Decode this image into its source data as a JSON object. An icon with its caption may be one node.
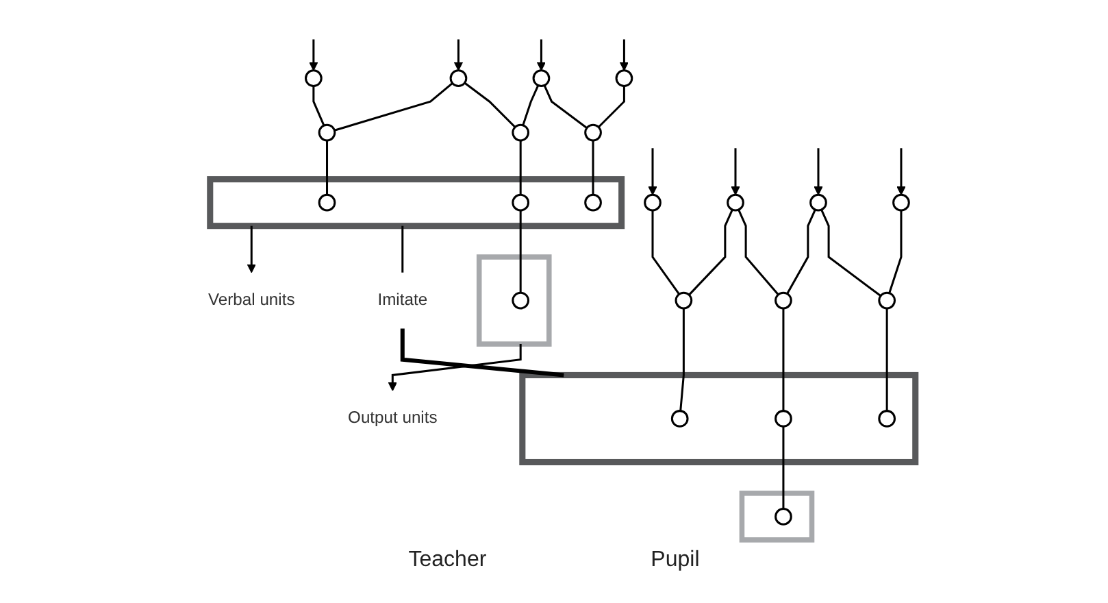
{
  "diagram": {
    "nodes": [
      {
        "text": [],
        "shape": "circle"
      },
      {
        "text": [],
        "shape": "circle"
      },
      {
        "text": [],
        "shape": "circle"
      },
      {
        "text": [],
        "shape": "circle"
      },
      {
        "text": [],
        "shape": "circle"
      },
      {
        "text": [],
        "shape": "circle"
      },
      {
        "text": [],
        "shape": "circle"
      },
      {
        "text": [],
        "shape": "box"
      },
      {
        "text": [],
        "shape": "circle",
        "in": 7
      },
      {
        "text": [],
        "shape": "circle",
        "in": 7
      },
      {
        "text": [],
        "shape": "circle",
        "in": 7
      },
      {
        "text": [],
        "shape": "box"
      },
      {
        "text": [],
        "shape": "circle",
        "in": 11
      },
      {
        "text": [
          "Verbal units"
        ]
      },
      {
        "text": [
          "Output units"
        ]
      },
      {
        "text": [
          "Imitate"
        ]
      },
      {
        "text": [],
        "shape": "circle"
      },
      {
        "text": [],
        "shape": "circle"
      },
      {
        "text": [],
        "shape": "circle"
      },
      {
        "text": [],
        "shape": "circle"
      },
      {
        "text": [],
        "shape": "circle"
      },
      {
        "text": [],
        "shape": "circle"
      },
      {
        "text": [],
        "shape": "circle"
      },
      {
        "text": [],
        "shape": "box"
      },
      {
        "text": [],
        "shape": "circle",
        "in": 23
      },
      {
        "text": [],
        "shape": "circle",
        "in": 23
      },
      {
        "text": [],
        "shape": "circle",
        "in": 23
      },
      {
        "text": [],
        "shape": "box"
      },
      {
        "text": [],
        "shape": "circle",
        "in": 27
      }
    ],
    "edges": [
      {
        "from": null,
        "to": 0,
        "arrow": "to"
      },
      {
        "from": null,
        "to": 1,
        "arrow": "to"
      },
      {
        "from": null,
        "to": 2,
        "arrow": "to"
      },
      {
        "from": null,
        "to": 3,
        "arrow": "to"
      },
      {
        "from": 0,
        "to": 4,
        "arrow": "none"
      },
      {
        "from": 1,
        "to": 4,
        "arrow": "none"
      },
      {
        "from": 1,
        "to": 5,
        "arrow": "none"
      },
      {
        "from": 2,
        "to": 5,
        "arrow": "none"
      },
      {
        "from": 2,
        "to": 6,
        "arrow": "none"
      },
      {
        "from": 3,
        "to": 6,
        "arrow": "none"
      },
      {
        "from": 4,
        "to": 8,
        "arrow": "none"
      },
      {
        "from": 5,
        "to": 9,
        "arrow": "none"
      },
      {
        "from": 6,
        "to": 10,
        "arrow": "none"
      },
      {
        "from": 9,
        "to": 12,
        "arrow": "none"
      },
      {
        "from": 7,
        "to": 13,
        "arrow": "to"
      },
      {
        "from": 11,
        "to": 14,
        "arrow": "to"
      },
      {
        "from": 7,
        "to": 15,
        "arrow": "none"
      },
      {
        "from": 15,
        "to": 23,
        "arrow": "none",
        "style": "thick"
      },
      {
        "from": null,
        "to": 16,
        "arrow": "to"
      },
      {
        "from": null,
        "to": 17,
        "arrow": "to"
      },
      {
        "from": null,
        "to": 18,
        "arrow": "to"
      },
      {
        "from": null,
        "to": 19,
        "arrow": "to"
      },
      {
        "from": 16,
        "to": 20,
        "arrow": "none"
      },
      {
        "from": 17,
        "to": 20,
        "arrow": "none"
      },
      {
        "from": 17,
        "to": 21,
        "arrow": "none"
      },
      {
        "from": 18,
        "to": 21,
        "arrow": "none"
      },
      {
        "from": 18,
        "to": 22,
        "arrow": "none"
      },
      {
        "from": 19,
        "to": 22,
        "arrow": "none"
      },
      {
        "from": 20,
        "to": 24,
        "arrow": "none"
      },
      {
        "from": 21,
        "to": 25,
        "arrow": "none"
      },
      {
        "from": 22,
        "to": 26,
        "arrow": "none"
      },
      {
        "from": 25,
        "to": 28,
        "arrow": "none"
      }
    ],
    "labels": [
      "Teacher",
      "Pupil"
    ]
  }
}
